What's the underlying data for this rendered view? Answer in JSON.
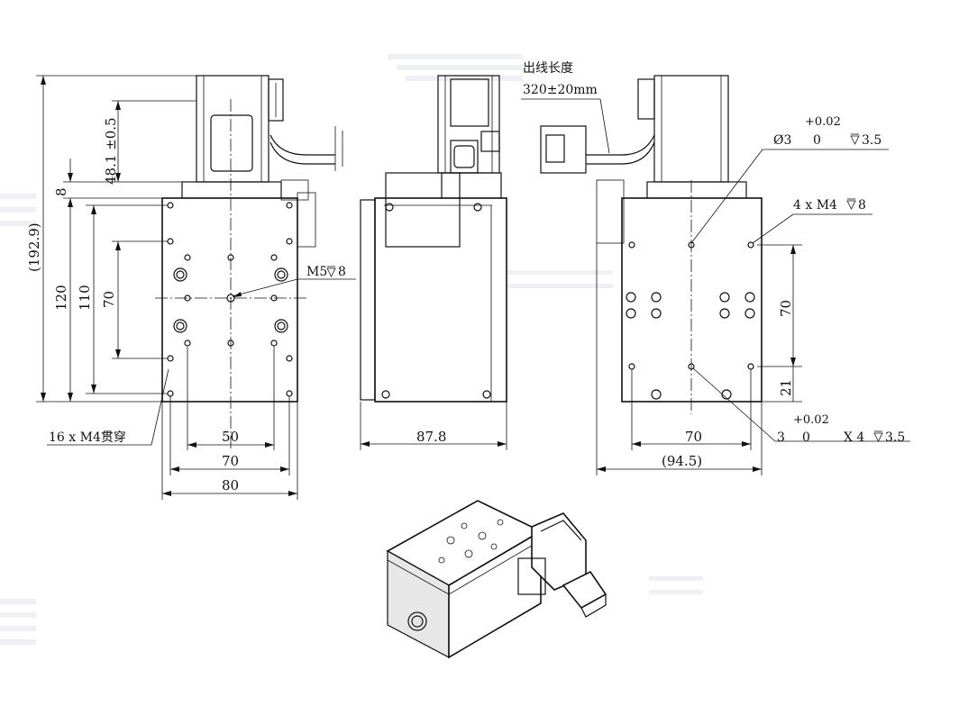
{
  "front_view": {
    "dim_total_height": "(192.9)",
    "dim_120": "120",
    "dim_110": "110",
    "dim_70_vertical": "70",
    "dim_8": "8",
    "dim_motor": "48.1 ±0.5",
    "dim_50": "50",
    "dim_70": "70",
    "dim_80": "80",
    "hole_callout_m5": "M5",
    "hole_callout_m5_depth": "8",
    "hole_callout_m4": "16 x M4贯穿"
  },
  "side_view": {
    "cable_label": "出线长度",
    "cable_length": "320±20mm",
    "dim_87_8": "87.8"
  },
  "back_view": {
    "pin_hole_tol_top": "+0.02",
    "pin_hole_dia": "Ø3",
    "pin_hole_tol_bottom": "0",
    "pin_hole_depth": "3.5",
    "tap_callout": "4 x M4",
    "tap_depth": "8",
    "dim_70_vertical": "70",
    "dim_21": "21",
    "slot_tol_top": "+0.02",
    "slot_callout_left": "3",
    "slot_callout_zero": "0",
    "slot_callout_x": "X 4",
    "slot_depth": "3.5",
    "dim_70": "70",
    "dim_94_5": "(94.5)"
  }
}
